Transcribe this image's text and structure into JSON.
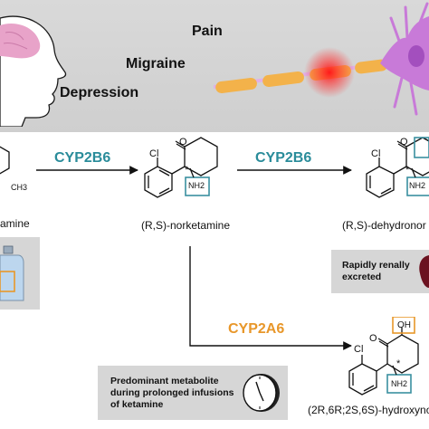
{
  "conditions": {
    "pain": "Pain",
    "migraine": "Migraine",
    "depression": "Depression"
  },
  "enzymes": {
    "step1": "CYP2B6",
    "step2": "CYP2B6",
    "step3": "CYP2A6"
  },
  "compounds": {
    "ketamine": "amine",
    "ketamine_ch3": "CH3",
    "norketamine": "(R,S)-norketamine",
    "dehydronorketamine": "(R,S)-dehydronor",
    "hydroxynorketamine": "(2R,6R;2S,6S)-hydroxyno"
  },
  "atoms": {
    "cl": "Cl",
    "o": "O",
    "oh": "OH",
    "nh2": "NH2",
    "stereo": "*"
  },
  "notes": {
    "excreted_line1": "Rapidly renally",
    "excreted_line2": "excreted",
    "infusion_line1": "Predominant metabolite",
    "infusion_line2": "during prolonged infusions",
    "infusion_line3": "of ketamine"
  },
  "colors": {
    "band": "#d4d4d4",
    "cyp2b6": "#2a8c9a",
    "cyp2a6": "#e8972a",
    "amine_box": "#3a8fa0",
    "oh_box": "#e8972a",
    "myelin": "#f3b24a",
    "neuron": "#c87ad8",
    "brain": "#e8a3c9",
    "kidney": "#6b1220",
    "glow": "#ff2a2a"
  },
  "icons": [
    "head-brain-icon",
    "neuron-icon",
    "vial-icon",
    "kidney-icon",
    "clock-icon"
  ]
}
